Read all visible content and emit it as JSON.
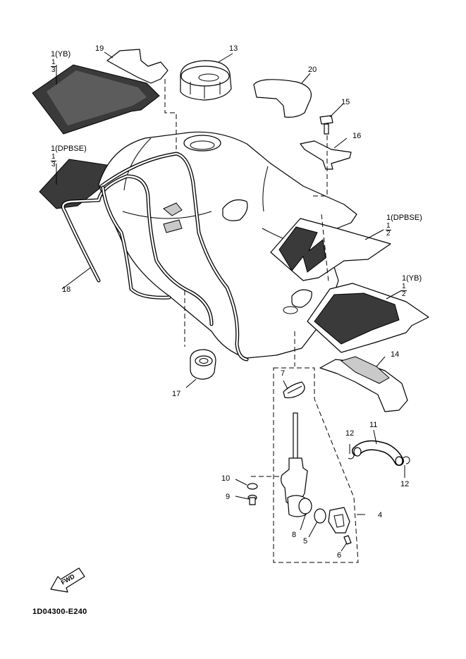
{
  "diagram_code": "1D04300-E240",
  "fwd_label": "FWD",
  "callouts": {
    "c1_yb_top": "1(YB)",
    "c1_dpbse_left": "1(DPBSE)",
    "c1_dpbse_right": "1(DPBSE)",
    "c1_yb_right": "1(YB)",
    "c4": "4",
    "c5": "5",
    "c6": "6",
    "c7": "7",
    "c8": "8",
    "c9": "9",
    "c10": "10",
    "c11": "11",
    "c12_left": "12",
    "c12_right": "12",
    "c13": "13",
    "c14": "14",
    "c15": "15",
    "c16": "16",
    "c17": "17",
    "c18": "18",
    "c19": "19",
    "c20": "20"
  },
  "fractions": {
    "yb_top": {
      "num": "1",
      "den": "3"
    },
    "dpbse_left": {
      "num": "1",
      "den": "3"
    },
    "dpbse_right": {
      "num": "1",
      "den": "2"
    },
    "yb_right": {
      "num": "1",
      "den": "2"
    }
  }
}
